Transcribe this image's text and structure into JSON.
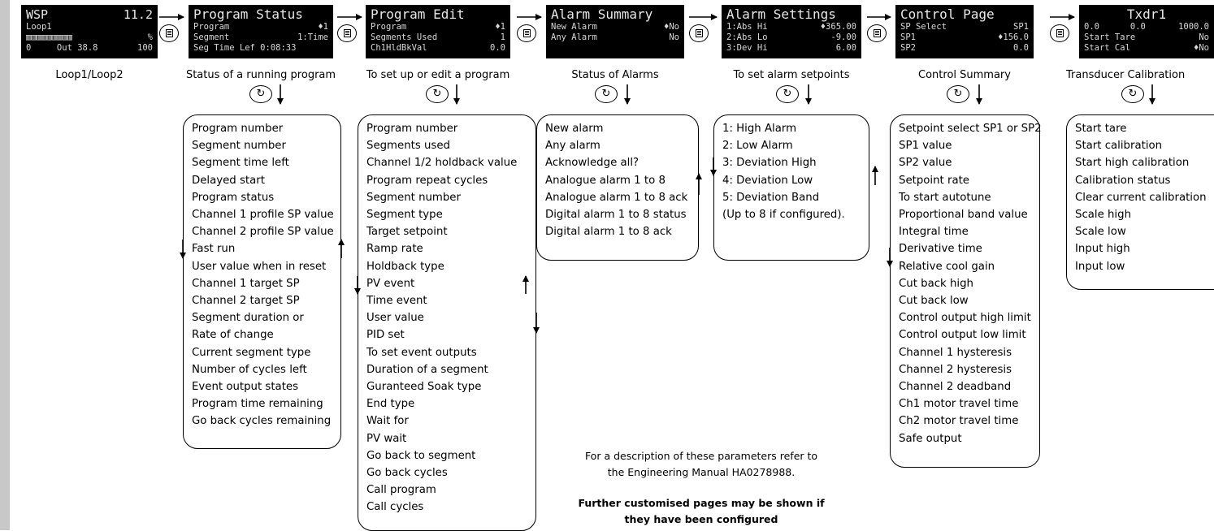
{
  "screens": [
    {
      "title": "WSP",
      "value": "11.2",
      "rows": [
        [
          "Loop1",
          ""
        ],
        [
          "▥▥▥▥▥▥▥▥▥",
          "%"
        ],
        [
          "0     Out 38.8",
          "100"
        ]
      ],
      "caption": "Loop1/Loop2"
    },
    {
      "title": "Program Status",
      "rows": [
        [
          "Program",
          "♦1"
        ],
        [
          "Segment",
          "1:Time"
        ],
        [
          "Seg Time Lef 0:08:33",
          ""
        ]
      ],
      "caption": "Status of a running program"
    },
    {
      "title": "Program Edit",
      "rows": [
        [
          "Program",
          "♦1"
        ],
        [
          "Segments Used",
          "1"
        ],
        [
          "Ch1HldBkVal",
          "0.0"
        ]
      ],
      "caption": "To set up or edit a program"
    },
    {
      "title": "Alarm Summary",
      "rows": [
        [
          "New Alarm",
          "♦No"
        ],
        [
          "Any Alarm",
          "No"
        ],
        [
          "",
          ""
        ]
      ],
      "caption": "Status of Alarms"
    },
    {
      "title": "Alarm Settings",
      "rows": [
        [
          "1:Abs Hi",
          "♦365.00"
        ],
        [
          "2:Abs Lo",
          "-9.00"
        ],
        [
          "3:Dev Hi",
          "6.00"
        ]
      ],
      "caption": "To set alarm setpoints"
    },
    {
      "title": "Control Page",
      "rows": [
        [
          "SP Select",
          "SP1"
        ],
        [
          "SP1",
          "♦156.0"
        ],
        [
          "SP2",
          "0.0"
        ]
      ],
      "caption": "Control Summary"
    },
    {
      "title": "Txdr1",
      "rows": [
        [
          "0.0      0.0",
          "1000.0"
        ],
        [
          "Start Tare",
          "No"
        ],
        [
          "Start Cal",
          "♦No"
        ]
      ],
      "caption": "Transducer Calibration"
    }
  ],
  "lists": [
    {
      "items": [
        "Program number",
        "Segment number",
        "Segment time left",
        "Delayed start",
        "Program status",
        "Channel 1 profile SP value",
        "Channel 2 profile SP value",
        "Fast run",
        "User value when in reset",
        "Channel 1 target SP",
        "Channel 2 target SP",
        "Segment duration or",
        "Rate of change",
        "Current segment type",
        "Number of cycles left",
        "Event output states",
        "Program time remaining",
        "Go back cycles remaining"
      ]
    },
    {
      "items": [
        "Program number",
        "Segments used",
        "Channel 1/2 holdback value",
        "Program repeat cycles",
        "Segment number",
        "Segment type",
        "Target setpoint",
        "Ramp rate",
        "Holdback type",
        "PV event",
        "Time event",
        "User value",
        "PID set",
        "To set event outputs",
        "Duration of a segment",
        "Guranteed Soak type",
        "End type",
        "Wait for",
        "PV wait",
        "Go back to segment",
        "Go back cycles",
        "Call program",
        "Call cycles"
      ]
    },
    {
      "items": [
        "New alarm",
        "Any alarm",
        "Acknowledge all?",
        "Analogue alarm 1 to 8",
        "Analogue alarm 1 to 8 ack",
        "Digital alarm 1 to 8 status",
        "Digital alarm 1 to 8 ack"
      ]
    },
    {
      "items": [
        "1: High Alarm",
        "2: Low Alarm",
        "3: Deviation High",
        "4: Deviation Low",
        "5: Deviation Band",
        "(Up to 8 if configured)."
      ]
    },
    {
      "items": [
        "Setpoint select SP1 or SP2",
        "SP1 value",
        "SP2 value",
        "Setpoint rate",
        "To start autotune",
        "Proportional band value",
        "Integral time",
        "Derivative time",
        "Relative cool gain",
        "Cut back high",
        "Cut back low",
        "Control output high limit",
        "Control output low limit",
        "Channel 1 hysteresis",
        "Channel 2 hysteresis",
        "Channel 2 deadband",
        "Ch1 motor travel time",
        "Ch2 motor travel time",
        "Safe output"
      ]
    },
    {
      "items": [
        "Start tare",
        "Start calibration",
        "Start high calibration",
        "Calibration status",
        "Clear current calibration",
        "Scale high",
        "Scale low",
        "Input high",
        "Input low"
      ]
    }
  ],
  "cycle_glyph": "↻",
  "notes": {
    "line1": "For a description of these parameters refer to",
    "line2": "the Engineering Manual HA0278988.",
    "bold1": "Further customised pages may be shown if",
    "bold2": "they have been configured"
  }
}
